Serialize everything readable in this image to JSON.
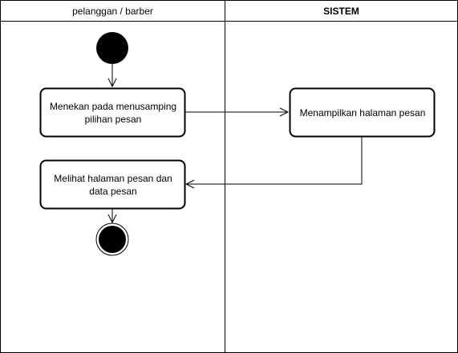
{
  "swimlanes": [
    {
      "title": "pelanggan / barber"
    },
    {
      "title": "SISTEM"
    }
  ],
  "nodes": {
    "action_1": {
      "label": "Menekan pada menusamping pilihan pesan"
    },
    "action_2": {
      "label": "Menampilkan halaman pesan"
    },
    "action_3": {
      "label": "Melihat halaman  pesan dan data pesan"
    }
  },
  "colors": {
    "stroke": "#000000",
    "fill": "#ffffff",
    "node_fill": "#000000"
  }
}
